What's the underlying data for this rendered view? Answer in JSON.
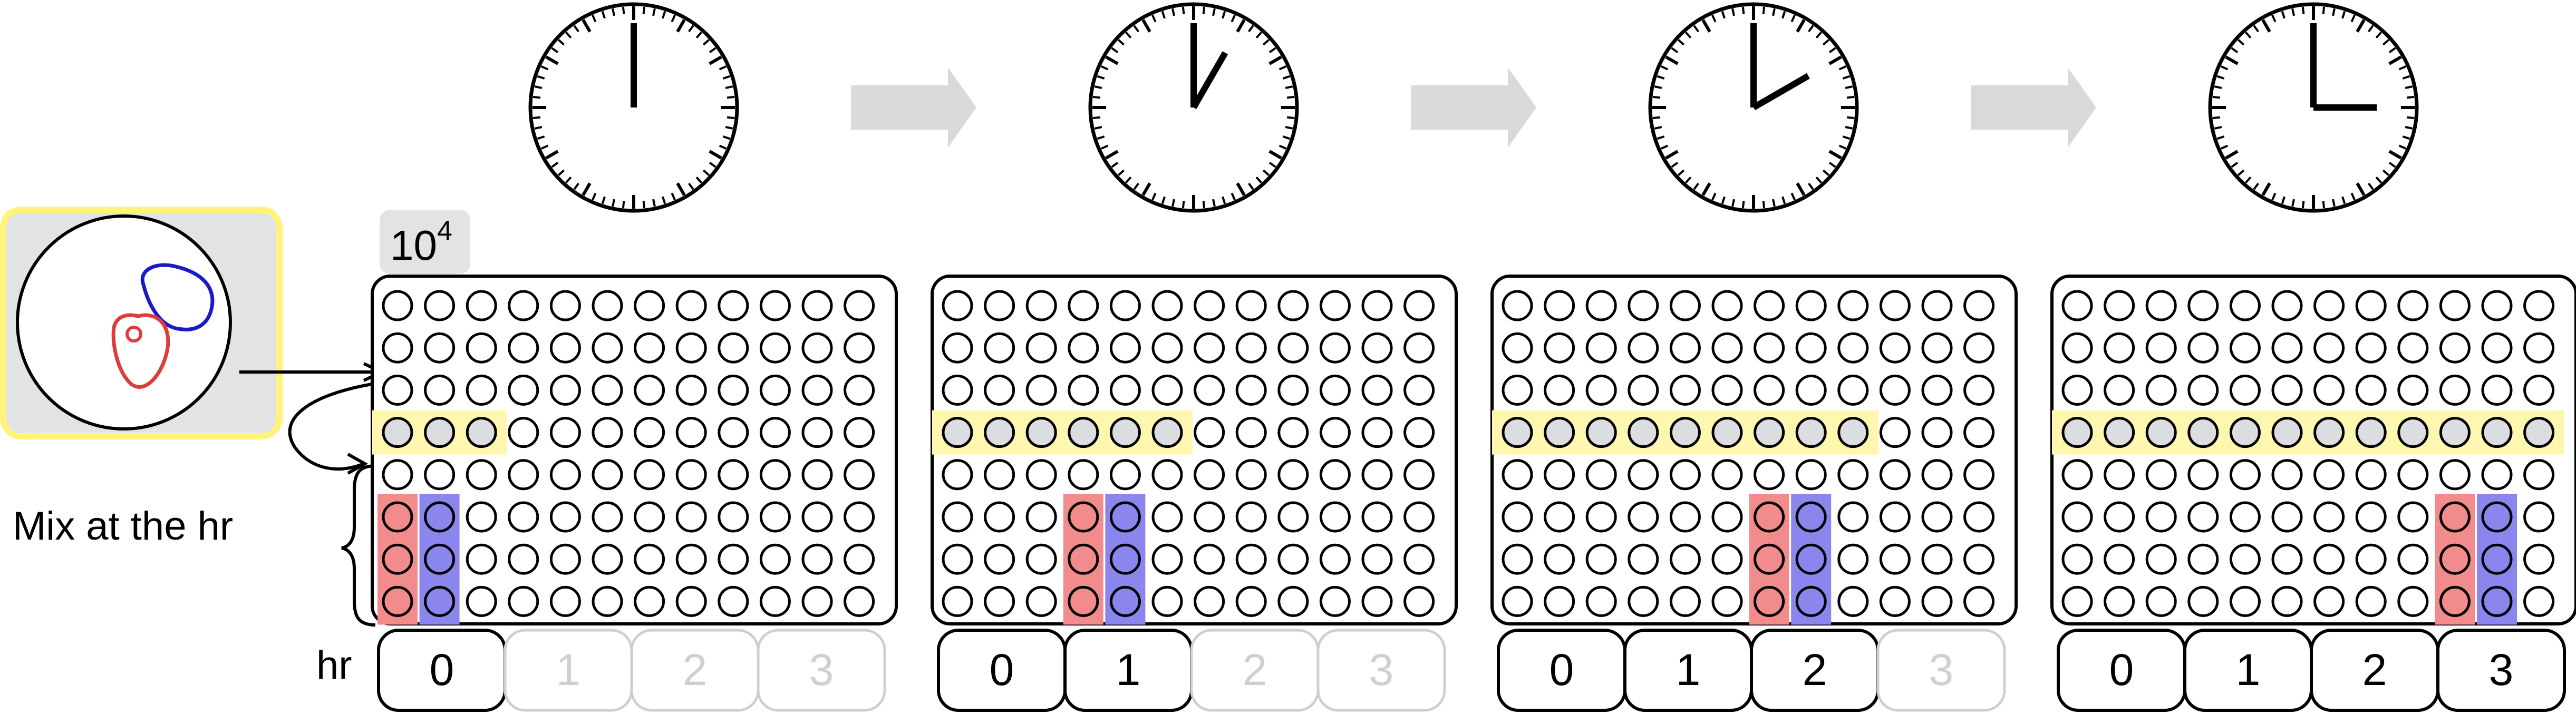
{
  "intro": {
    "mix_label": "Mix at the hr",
    "dilution_base": "10",
    "dilution_exponent": "4",
    "hr_label": "hr"
  },
  "colors": {
    "red_fill": "#f28b8b",
    "red_cell": "#e03b3b",
    "blue_fill": "#8a86ee",
    "blue_cell": "#1a1ac8",
    "yellow": "#fff7b0",
    "grey_panel": "#e2e3e5",
    "arrow_grey": "#d9d9d9"
  },
  "panels": [
    {
      "clock_hour": 0,
      "tabs": [
        {
          "label": "0",
          "active": true
        },
        {
          "label": "1",
          "active": false
        },
        {
          "label": "2",
          "active": false
        },
        {
          "label": "3",
          "active": false
        }
      ]
    },
    {
      "clock_hour": 1,
      "tabs": [
        {
          "label": "0",
          "active": true
        },
        {
          "label": "1",
          "active": true
        },
        {
          "label": "2",
          "active": false
        },
        {
          "label": "3",
          "active": false
        }
      ]
    },
    {
      "clock_hour": 2,
      "tabs": [
        {
          "label": "0",
          "active": true
        },
        {
          "label": "1",
          "active": true
        },
        {
          "label": "2",
          "active": true
        },
        {
          "label": "3",
          "active": false
        }
      ]
    },
    {
      "clock_hour": 3,
      "tabs": [
        {
          "label": "0",
          "active": true
        },
        {
          "label": "1",
          "active": true
        },
        {
          "label": "2",
          "active": true
        },
        {
          "label": "3",
          "active": true
        }
      ]
    }
  ]
}
